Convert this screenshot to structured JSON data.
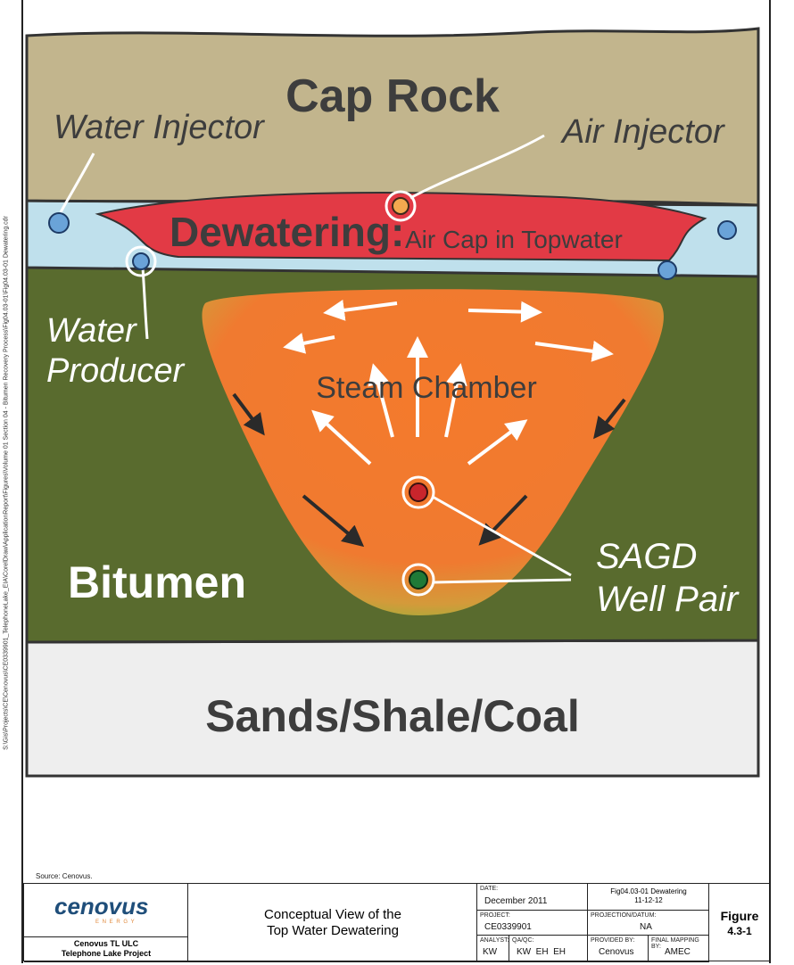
{
  "layers": {
    "cap_rock": "Cap Rock",
    "dewatering": "Dewatering:",
    "air_cap": "Air Cap in Topwater",
    "steam_chamber": "Steam Chamber",
    "bitumen": "Bitumen",
    "base": "Sands/Shale/Coal"
  },
  "callouts": {
    "water_injector": "Water Injector",
    "air_injector": "Air Injector",
    "water_producer_1": "Water",
    "water_producer_2": "Producer",
    "sagd_1": "SAGD",
    "sagd_2": "Well Pair"
  },
  "colors": {
    "cap_rock": "#c2b58d",
    "topwater": "#bfe0ec",
    "air_cap": "#e23a45",
    "bitumen": "#596b2e",
    "steam": "#f07a30",
    "base": "#eeeeee",
    "text_dark": "#3d3d3d"
  },
  "source": "Source: Cenovus.",
  "side_path": "S:\\Gis\\Projects\\CE\\Cenovus\\CE0339901_TelephoneLake_EIA\\CorelDraw\\ApplicationReport\\Figures\\Volume 01 Section 04 - Bitumen Recovery Process\\Fig04.03-01\\Fig04.03-01 Dewatering.cdr",
  "title_block": {
    "logo": "cenovus",
    "logo_sub": "E N E R G Y",
    "company_1": "Cenovus TL ULC",
    "company_2": "Telephone Lake Project",
    "title_1": "Conceptual View of the",
    "title_2": "Top Water Dewatering",
    "date_label": "DATE:",
    "date": "December 2011",
    "project_label": "PROJECT:",
    "project": "CE0339901",
    "analyst_label": "ANALYST:",
    "analyst": "KW",
    "qaqc_label": "QA/QC:",
    "qaqc": "KW  EH  EH",
    "file_1": "Fig04.03-01 Dewatering",
    "file_2": "11-12-12",
    "projection_label": "PROJECTION/DATUM:",
    "projection": "NA",
    "provided_label": "PROVIDED BY:",
    "provided": "Cenovus",
    "final_label": "FINAL MAPPING BY:",
    "final": "AMEC",
    "figure_1": "Figure",
    "figure_2": "4.3-1"
  }
}
